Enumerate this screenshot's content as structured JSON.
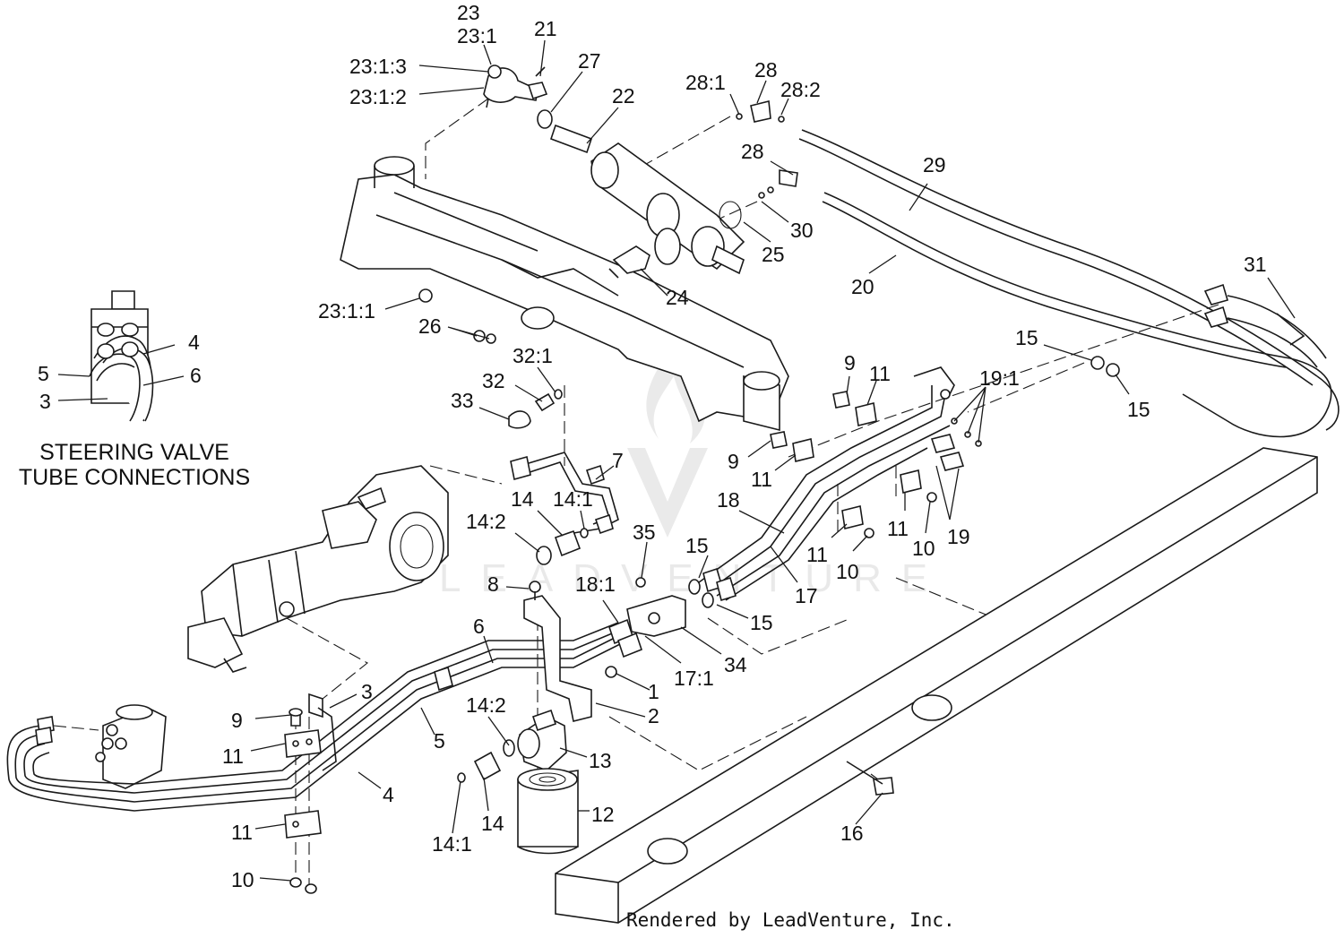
{
  "diagram": {
    "caption_lines": [
      "STEERING VALVE",
      "TUBE CONNECTIONS"
    ],
    "credit": "Rendered by LeadVenture, Inc.",
    "watermark": "LEADVENTURE",
    "callouts": [
      "23",
      "23:1",
      "23:1:3",
      "23:1:2",
      "21",
      "27",
      "22",
      "28:1",
      "28",
      "28:2",
      "28",
      "29",
      "25",
      "30",
      "20",
      "24",
      "23:1:1",
      "26",
      "31",
      "15",
      "15",
      "4",
      "5",
      "6",
      "3",
      "32:1",
      "32",
      "33",
      "9",
      "11",
      "19:1",
      "9",
      "11",
      "7",
      "14",
      "14:1",
      "14:2",
      "11",
      "10",
      "19",
      "11",
      "10",
      "18",
      "17",
      "15",
      "15",
      "35",
      "8",
      "18:1",
      "34",
      "17:1",
      "6",
      "1",
      "3",
      "5",
      "2",
      "9",
      "11",
      "14:2",
      "13",
      "4",
      "11",
      "12",
      "14",
      "14:1",
      "16",
      "10"
    ]
  }
}
